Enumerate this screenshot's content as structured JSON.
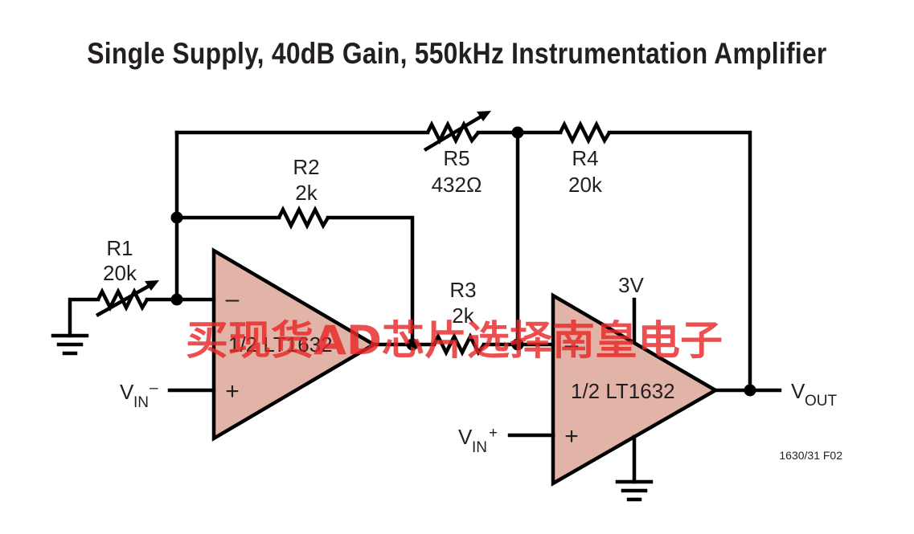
{
  "title": "Single Supply, 40dB Gain, 550kHz Instrumentation Amplifier",
  "resistors": {
    "r1": {
      "name": "R1",
      "value": "20k"
    },
    "r2": {
      "name": "R2",
      "value": "2k"
    },
    "r3": {
      "name": "R3",
      "value": "2k"
    },
    "r4": {
      "name": "R4",
      "value": "20k"
    },
    "r5": {
      "name": "R5",
      "value": "432Ω"
    }
  },
  "amplifiers": {
    "u1": {
      "label": "1/2 LT1632",
      "inv": "–",
      "noninv": "+"
    },
    "u2": {
      "label": "1/2 LT1632",
      "inv": "–",
      "noninv": "+"
    }
  },
  "nets": {
    "vin_minus": {
      "main": "V",
      "sub": "IN",
      "sup": "–"
    },
    "vin_plus": {
      "main": "V",
      "sub": "IN",
      "sup": "+"
    },
    "vout": {
      "main": "V",
      "sub": "OUT"
    },
    "supply": "3V"
  },
  "figure_id": "1630/31 F02",
  "watermark": "买现货AD芯片选择南皇电子"
}
